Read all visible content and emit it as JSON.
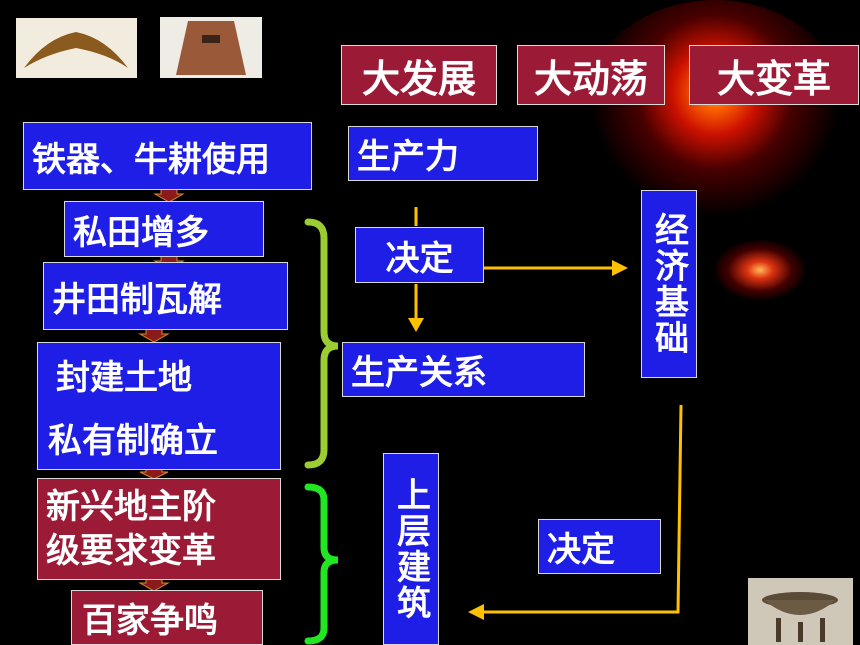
{
  "header_tags": [
    "大发展",
    "大动荡",
    "大变革"
  ],
  "chain": [
    {
      "text": "铁器、牛耕使用"
    },
    {
      "text": "私田增多"
    },
    {
      "text": "井田制瓦解"
    },
    {
      "line1": "封建土地",
      "line2": "私有制确立"
    },
    {
      "line1": "新兴地主阶",
      "line2": "级要求变革"
    },
    {
      "text": "百家争鸣"
    }
  ],
  "concepts": {
    "productive_forces": "生产力",
    "decides_1": "决定",
    "relations_of_production": "生产关系",
    "economic_base": "经济基础",
    "decides_2": "决定",
    "superstructure": "上层建筑"
  },
  "colors": {
    "blue_box": "#1e1ee6",
    "red_box": "#9b1b36",
    "arrow_yellow": "#ffc000",
    "brace_olive": "#9acd32",
    "brace_green": "#22e622"
  }
}
